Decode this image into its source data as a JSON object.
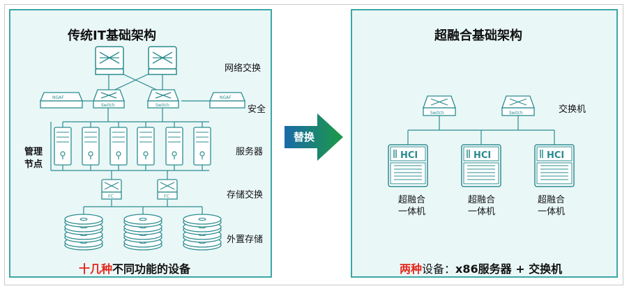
{
  "left": {
    "title": "传统IT基础架构",
    "labels": {
      "network": "网络交换",
      "security": "安全",
      "servers": "服务器",
      "storage_switch": "存储交换",
      "external_storage": "外置存储",
      "management": "管理节点"
    },
    "device_text": {
      "ngaf": "NGAF",
      "switch": "Switch",
      "fc": "FC"
    },
    "footer": {
      "highlight": "十几种",
      "rest": "不同功能的设备"
    }
  },
  "arrow": {
    "label": "替换",
    "color": "#1c8a3a"
  },
  "right": {
    "title": "超融合基础架构",
    "labels": {
      "switch": "交换机",
      "node": "超融合\n一体机"
    },
    "device_text": {
      "switch": "Switch",
      "hci": "HCI"
    },
    "footer": {
      "highlight": "两种",
      "rest": "设备：",
      "bold": "x86服务器 + 交换机"
    }
  },
  "colors": {
    "panel_border": "#3aa7a6",
    "panel_bg": "#eaf7f7",
    "device": "#2a8c90",
    "highlight": "#e3271b"
  }
}
